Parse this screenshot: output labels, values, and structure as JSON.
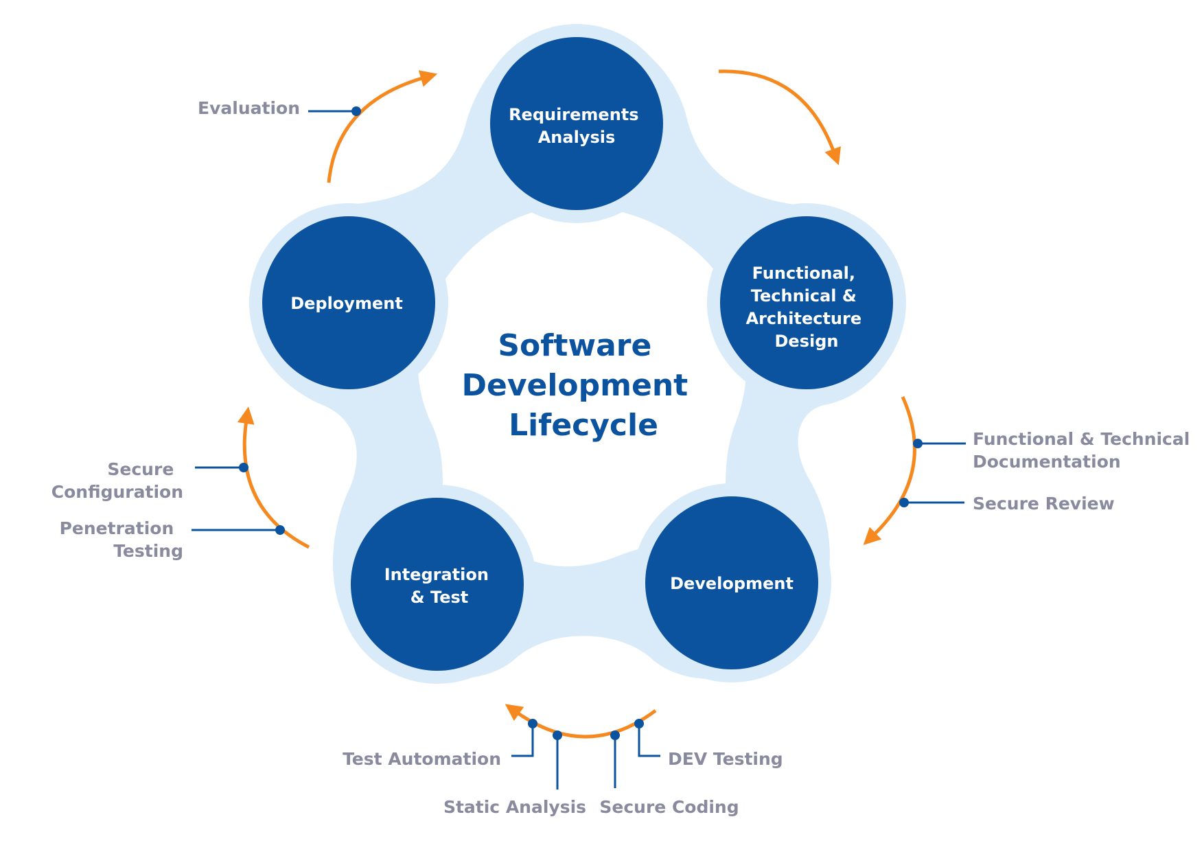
{
  "title": {
    "lines": [
      "Software",
      "Development",
      "Lifecycle"
    ]
  },
  "colors": {
    "node_fill": "#0b529f",
    "halo_fill": "#d9ebf8",
    "arrow": "#f5891f",
    "connector": "#0b529f",
    "title": "#0b529f",
    "annotation_text": "#8a8a9e"
  },
  "phases": [
    {
      "id": "requirements",
      "lines": [
        "Requirements",
        "Analysis"
      ]
    },
    {
      "id": "design",
      "lines": [
        "Functional,",
        "Technical &",
        "Architecture",
        "Design"
      ]
    },
    {
      "id": "development",
      "lines": [
        "Development"
      ]
    },
    {
      "id": "integration",
      "lines": [
        "Integration",
        "& Test"
      ]
    },
    {
      "id": "deployment",
      "lines": [
        "Deployment"
      ]
    }
  ],
  "annotations": {
    "evaluation": [
      "Evaluation"
    ],
    "design_to_dev": [
      [
        "Functional & Technical",
        "Documentation"
      ],
      [
        "Secure Review"
      ]
    ],
    "dev_to_test": [
      [
        "Test Automation"
      ],
      [
        "Static Analysis"
      ],
      [
        "Secure Coding"
      ],
      [
        "DEV Testing"
      ]
    ],
    "test_to_deploy": [
      [
        "Secure",
        "Configuration"
      ],
      [
        "Penetration",
        "Testing"
      ]
    ]
  }
}
